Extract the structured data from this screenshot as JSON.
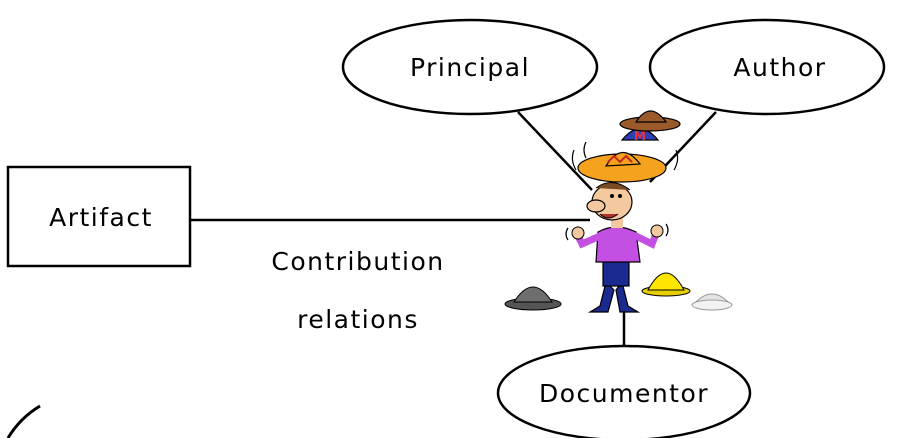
{
  "nodes": {
    "principal": "Principal",
    "author": "Author",
    "artifact": "Artifact",
    "documentor": "Documentor"
  },
  "edge_label": {
    "line1": "Contribution",
    "line2": "relations"
  },
  "colors": {
    "hat_blue": "#2c3fb3",
    "hat_brown": "#9a5a2a",
    "sombrero_orange": "#f5a31e",
    "shirt_purple": "#c44fe3",
    "pants_navy": "#1b2a8f",
    "hardhat_yellow": "#ffe600",
    "bowler_gray": "#6e6e6e",
    "sailor_white": "#e4e4e4",
    "skin": "#f4c9a0"
  },
  "icons": [
    "person-with-many-hats-icon",
    "bowler-hat-icon",
    "hard-hat-icon",
    "sailor-hat-icon"
  ]
}
